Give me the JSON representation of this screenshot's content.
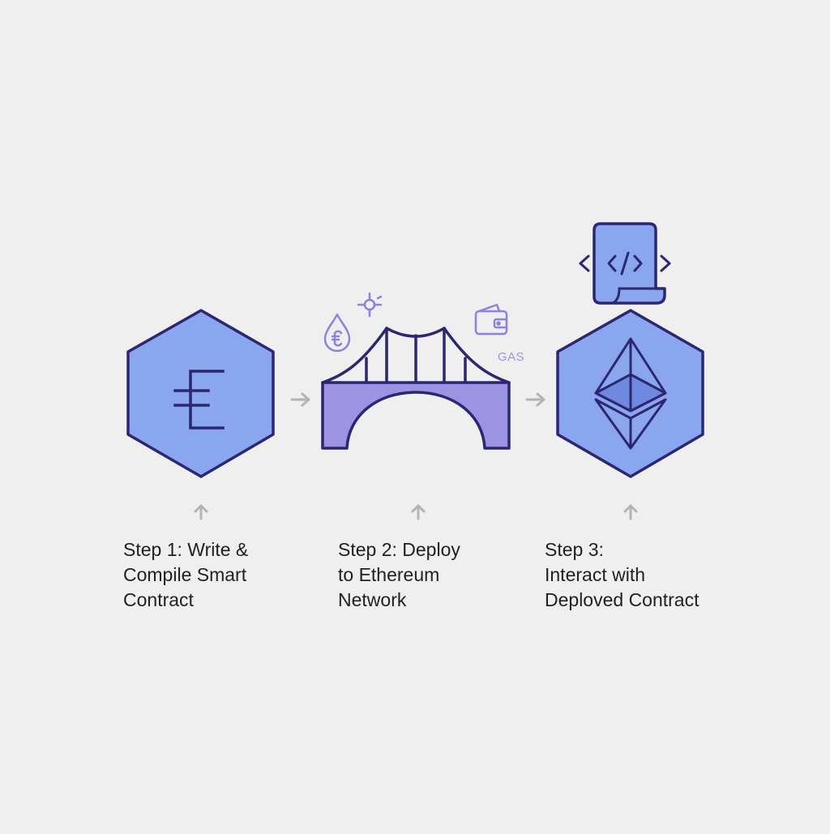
{
  "steps": [
    {
      "lines": [
        "Step 1: Write &",
        "Compile Smart",
        "Contract"
      ]
    },
    {
      "lines": [
        "Step 2: Deploy",
        "to Ethereum",
        "Network"
      ]
    },
    {
      "lines": [
        "Step 3:",
        "Interact with",
        "Deploved Contract"
      ]
    }
  ],
  "gas_label": "GAS",
  "colors": {
    "background": "#efefef",
    "hex_fill": "#8aa6ee",
    "bridge_fill": "#9c93e2",
    "outline": "#2c2770",
    "arrow": "#b3b3b3",
    "accent_icon": "#8b83dc",
    "text": "#1f1f24"
  },
  "icons": [
    "euro-icon",
    "bridge-icon",
    "ethereum-icon",
    "code-scroll-icon",
    "gas-drop-icon",
    "node-icon",
    "wallet-icon"
  ]
}
